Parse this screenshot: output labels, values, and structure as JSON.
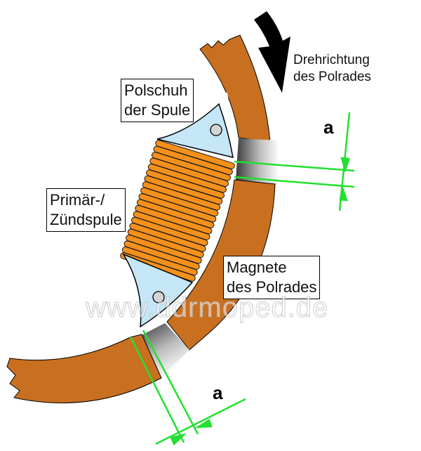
{
  "labels": {
    "pole_shoe": [
      "Polschuh",
      "der Spule"
    ],
    "coil": [
      "Primär-/",
      "Zündspule"
    ],
    "magnets": [
      "Magnete",
      "des Polrades"
    ],
    "rotation": [
      "Drehrichtung",
      "des Polrades"
    ],
    "gap_top": "a",
    "gap_bottom": "a"
  },
  "watermark": "www.ddrmoped.de",
  "colors": {
    "rim": "#c87020",
    "coil": "#f4901c",
    "pole_shoe": "#c4e6f6",
    "rivet": "#d4d4d4",
    "dimension": "#22e030",
    "arrow": "#000000"
  }
}
